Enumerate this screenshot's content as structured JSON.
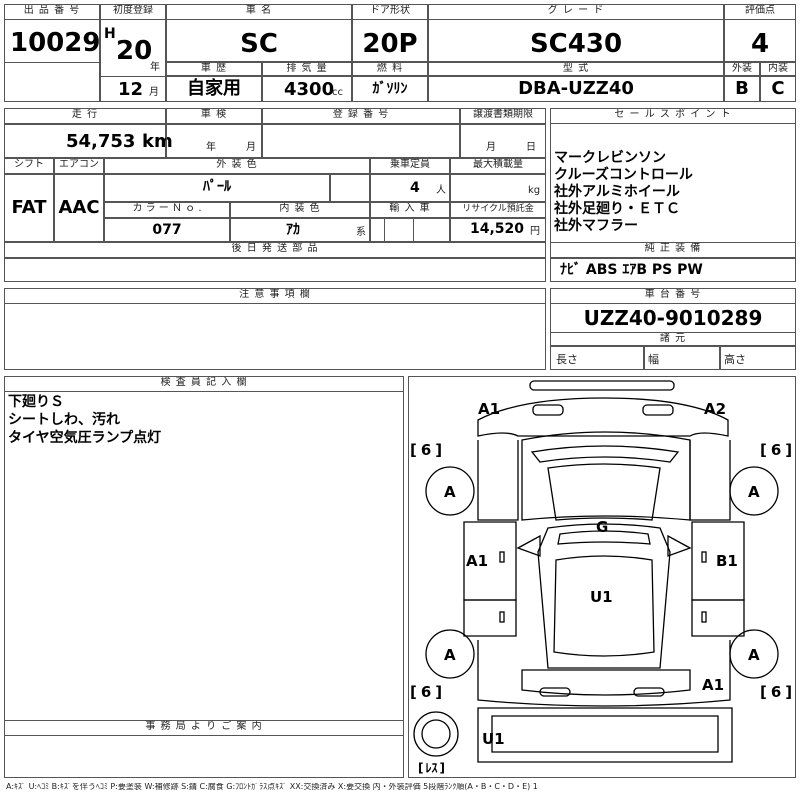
{
  "header": {
    "lot_no_label": "出 品 番 号",
    "lot_no": "10029",
    "first_reg_label": "初度登録",
    "era": "H",
    "year": "20",
    "year_unit": "年",
    "month": "12",
    "month_unit": "月",
    "car_name_label": "車 名",
    "car_name": "SC",
    "door_label": "ドア形状",
    "door": "20P",
    "grade_label": "グ レ ー ド",
    "grade": "SC430",
    "score_label": "評価点",
    "score": "4",
    "history_label": "車 歴",
    "history": "自家用",
    "displacement_label": "排 気 量",
    "displacement": "4300",
    "displacement_unit": "cc",
    "fuel_label": "燃 料",
    "fuel": "ｶﾞｿﾘﾝ",
    "model_label": "型 式",
    "model": "DBA-UZZ40",
    "exterior_label": "外装",
    "exterior": "B",
    "interior_label": "内装",
    "interior": "C"
  },
  "details": {
    "mileage_label": "走 行",
    "mileage": "54,753",
    "mileage_unit": "km",
    "inspection_label": "車 検",
    "inspection_year_unit": "年",
    "inspection_month_unit": "月",
    "reg_no_label": "登 録 番 号",
    "transfer_label": "譲渡書類期限",
    "transfer_month_unit": "月",
    "transfer_day_unit": "日",
    "shift_label": "シフト",
    "shift": "FAT",
    "ac_label": "エアコン",
    "ac": "AAC",
    "ext_color_label": "外 装 色",
    "ext_color": "ﾊﾟｰﾙ",
    "capacity_label": "乗車定員",
    "capacity": "4",
    "capacity_unit": "人",
    "max_load_label": "最大積載量",
    "max_load_unit": "kg",
    "color_no_label": "カ ラ ー Ｎ ｏ .",
    "color_no": "077",
    "int_color_label": "内 装 色",
    "int_color": "ｱｶ",
    "int_color_unit": "系",
    "import_label": "輸 入 車",
    "recycle_label": "リサイクル預託金",
    "recycle": "14,520",
    "recycle_unit": "円",
    "later_parts_label": "後 日 発 送 部 品"
  },
  "sales": {
    "label": "セ ー ル ス ポ イ ン ト",
    "points": [
      "マークレビンソン",
      "クルーズコントロール",
      "社外アルミホイール",
      "社外足廻り・ＥＴＣ",
      "社外マフラー"
    ],
    "equipment_label": "純 正 装 備",
    "equipment": "ﾅﾋﾞ  ABS  ｴｱB  PS  PW"
  },
  "notes": {
    "caution_label": "注 意 事 項 欄",
    "chassis_label": "車 台 番 号",
    "chassis": "UZZ40-9010289",
    "specs_label": "諸 元",
    "length_label": "長さ",
    "width_label": "幅",
    "height_label": "高さ"
  },
  "inspector": {
    "label": "検 査 員 記 入 欄",
    "lines": [
      "下廻りＳ",
      "シートしわ、汚れ",
      "タイヤ空気圧ランプ点灯"
    ],
    "office_label": "事 務 局 よ り ご 案 内"
  },
  "diagram": {
    "a1_front_left": "A1",
    "a2_front_right": "A2",
    "tire_fl": "6",
    "tire_fr": "6",
    "tire_rl": "6",
    "tire_rr": "6",
    "wheel": "A",
    "roof": "G",
    "left_side": "A1",
    "right_side": "B1",
    "floor": "U1",
    "rear_right": "A1",
    "rear_bottom": "U1",
    "no_spare": "ﾚｽ"
  },
  "legend": "A:ｷｽﾞ U:ﾍｺﾐ B:ｷｽﾞを伴うﾍｺﾐ P:要塗装 W:補修跡 S:錆 C:腐食 G:ﾌﾛﾝﾄｶﾞﾗｽ点ｷｽﾞ XX:交換済み X:要交換  内・外装評価  5段階ﾗﾝｸ順(A・B・C・D・E) 1"
}
